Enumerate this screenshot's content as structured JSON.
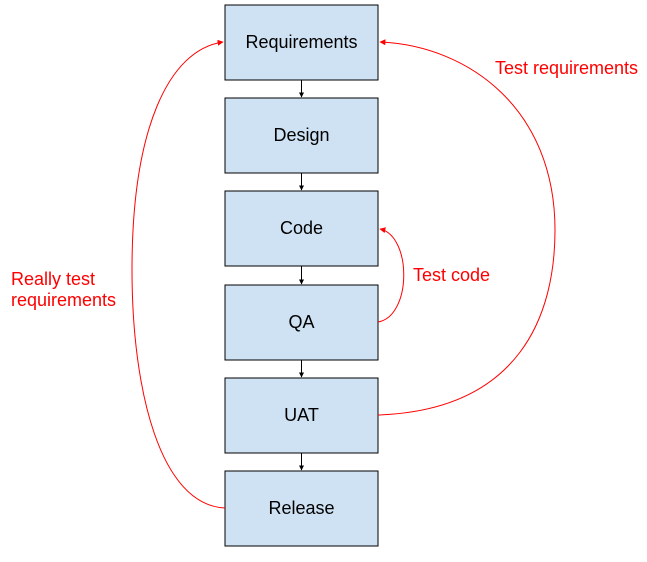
{
  "diagram": {
    "nodes": [
      {
        "id": "requirements",
        "label": "Requirements"
      },
      {
        "id": "design",
        "label": "Design"
      },
      {
        "id": "code",
        "label": "Code"
      },
      {
        "id": "qa",
        "label": "QA"
      },
      {
        "id": "uat",
        "label": "UAT"
      },
      {
        "id": "release",
        "label": "Release"
      }
    ],
    "feedback": {
      "test_code": {
        "from": "qa",
        "to": "code",
        "label": "Test code"
      },
      "test_requirements": {
        "from": "uat",
        "to": "requirements",
        "label": "Test requirements"
      },
      "really_test_requirements": {
        "from": "release",
        "to": "requirements",
        "label_lines": [
          "Really test",
          "requirements"
        ]
      }
    }
  },
  "colors": {
    "box_fill": "#cfe2f3",
    "box_stroke": "#000000",
    "flow_arrow": "#000000",
    "feedback": "#ff0000"
  }
}
